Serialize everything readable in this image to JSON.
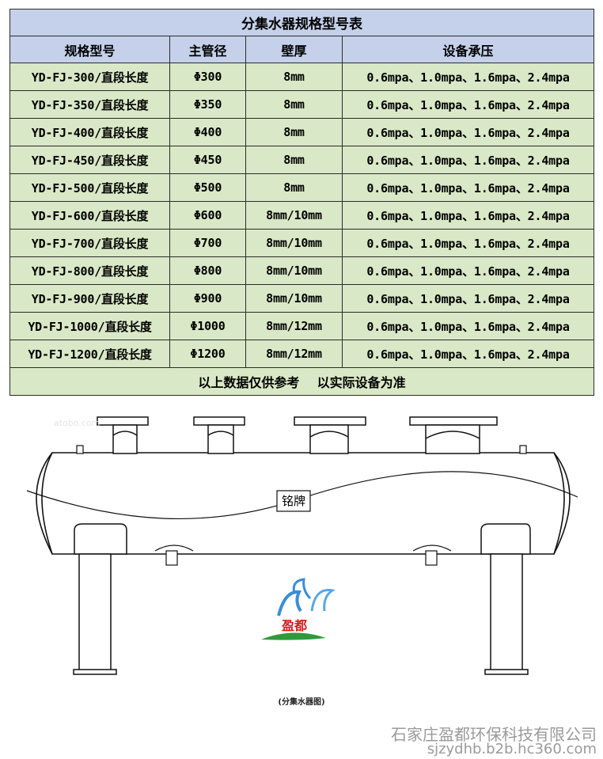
{
  "table": {
    "title": "分集水器规格型号表",
    "headers": [
      "规格型号",
      "主管径",
      "壁厚",
      "设备承压"
    ],
    "rows": [
      [
        "YD-FJ-300/直段长度",
        "Φ300",
        "8mm",
        "0.6mpa、1.0mpa、1.6mpa、2.4mpa"
      ],
      [
        "YD-FJ-350/直段长度",
        "Φ350",
        "8mm",
        "0.6mpa、1.0mpa、1.6mpa、2.4mpa"
      ],
      [
        "YD-FJ-400/直段长度",
        "Φ400",
        "8mm",
        "0.6mpa、1.0mpa、1.6mpa、2.4mpa"
      ],
      [
        "YD-FJ-450/直段长度",
        "Φ450",
        "8mm",
        "0.6mpa、1.0mpa、1.6mpa、2.4mpa"
      ],
      [
        "YD-FJ-500/直段长度",
        "Φ500",
        "8mm",
        "0.6mpa、1.0mpa、1.6mpa、2.4mpa"
      ],
      [
        "YD-FJ-600/直段长度",
        "Φ600",
        "8mm/10mm",
        "0.6mpa、1.0mpa、1.6mpa、2.4mpa"
      ],
      [
        "YD-FJ-700/直段长度",
        "Φ700",
        "8mm/10mm",
        "0.6mpa、1.0mpa、1.6mpa、2.4mpa"
      ],
      [
        "YD-FJ-800/直段长度",
        "Φ800",
        "8mm/10mm",
        "0.6mpa、1.0mpa、1.6mpa、2.4mpa"
      ],
      [
        "YD-FJ-900/直段长度",
        "Φ900",
        "8mm/10mm",
        "0.6mpa、1.0mpa、1.6mpa、2.4mpa"
      ],
      [
        "YD-FJ-1000/直段长度",
        "Φ1000",
        "8mm/12mm",
        "0.6mpa、1.0mpa、1.6mpa、2.4mpa"
      ],
      [
        "YD-FJ-1200/直段长度",
        "Φ1200",
        "8mm/12mm",
        "0.6mpa、1.0mpa、1.6mpa、2.4mpa"
      ]
    ],
    "footer": "以上数据仅供参考    以实际设备为准"
  },
  "drawing": {
    "watermark_site": "atobo.com",
    "nameplate": "铭牌",
    "logo_text": "盈都",
    "caption": "(分集水器图)"
  },
  "company": {
    "name": "石家庄盈都环保科技有限公司",
    "url": "sjzydhb.b2b.hc360.com"
  },
  "colors": {
    "header_bg": "#c5d1ea",
    "row_bg": "#d9e8c6",
    "logo_red": "#d21c1c",
    "logo_blue": "#3a8ed6",
    "logo_green": "#2f9a3a"
  }
}
